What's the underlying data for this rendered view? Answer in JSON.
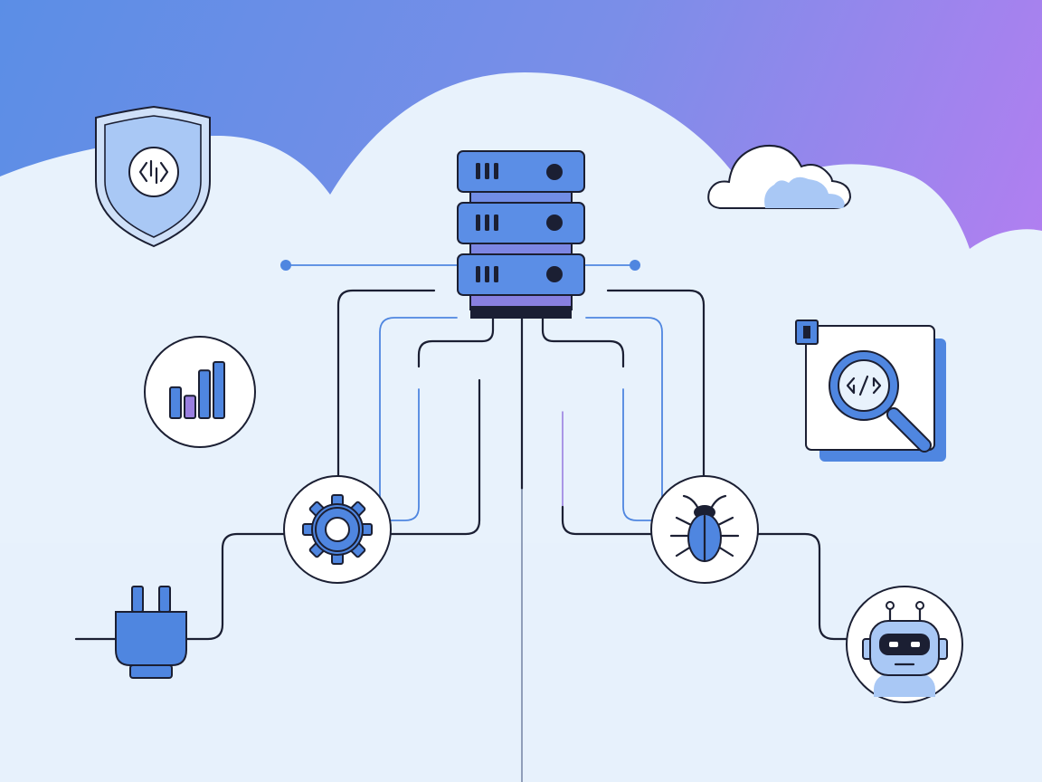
{
  "illustration": {
    "colors": {
      "background_top_left": "#5b8ee6",
      "background_top_right": "#b07ff0",
      "cloud_fill": "#e8f2fc",
      "accent_blue": "#4f86e0",
      "accent_light_blue": "#a9c8f5",
      "accent_purple": "#9a7fe0",
      "outline": "#1b1f33"
    },
    "icons": [
      "server-rack-icon",
      "shield-code-icon",
      "cloud-icon",
      "bar-chart-icon",
      "code-search-icon",
      "gear-icon",
      "bug-icon",
      "plug-icon",
      "robot-icon"
    ],
    "bar_chart_levels": [
      0.55,
      0.4,
      0.85,
      1.0
    ]
  }
}
